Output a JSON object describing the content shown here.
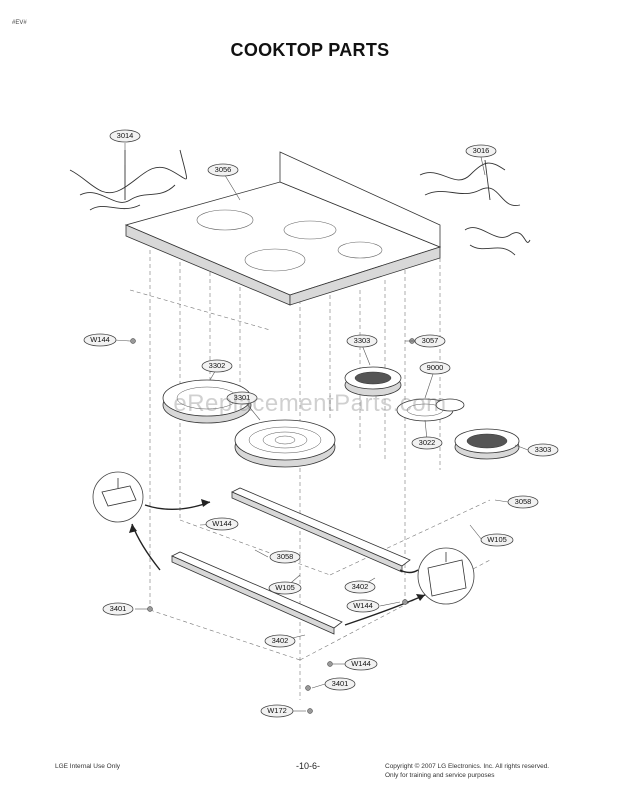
{
  "corner_mark": "#EV#",
  "title": "COOKTOP PARTS",
  "watermark": "eReplacementParts.com",
  "footer": {
    "left": "LGE Internal Use Only",
    "page": "-10-6-",
    "copyright_line1": "Copyright © 2007 LG Electronics. Inc. All rights reserved.",
    "copyright_line2": "Only for training and service purposes"
  },
  "callouts": [
    {
      "id": "c-3014",
      "label": "3014"
    },
    {
      "id": "c-3016",
      "label": "3016"
    },
    {
      "id": "c-3056",
      "label": "3056"
    },
    {
      "id": "c-W144-a",
      "label": "W144"
    },
    {
      "id": "c-3057",
      "label": "3057"
    },
    {
      "id": "c-3303-a",
      "label": "3303"
    },
    {
      "id": "c-3302",
      "label": "3302"
    },
    {
      "id": "c-9000",
      "label": "9000"
    },
    {
      "id": "c-3301",
      "label": "3301"
    },
    {
      "id": "c-3022",
      "label": "3022"
    },
    {
      "id": "c-3303-b",
      "label": "3303"
    },
    {
      "id": "c-3058-a",
      "label": "3058"
    },
    {
      "id": "c-W144-b",
      "label": "W144"
    },
    {
      "id": "c-W105-a",
      "label": "W105"
    },
    {
      "id": "c-3058-b",
      "label": "3058"
    },
    {
      "id": "c-W105-b",
      "label": "W105"
    },
    {
      "id": "c-3402-a",
      "label": "3402"
    },
    {
      "id": "c-3401-a",
      "label": "3401"
    },
    {
      "id": "c-W144-c",
      "label": "W144"
    },
    {
      "id": "c-3402-b",
      "label": "3402"
    },
    {
      "id": "c-W144-d",
      "label": "W144"
    },
    {
      "id": "c-3401-b",
      "label": "3401"
    },
    {
      "id": "c-W172",
      "label": "W172"
    }
  ]
}
